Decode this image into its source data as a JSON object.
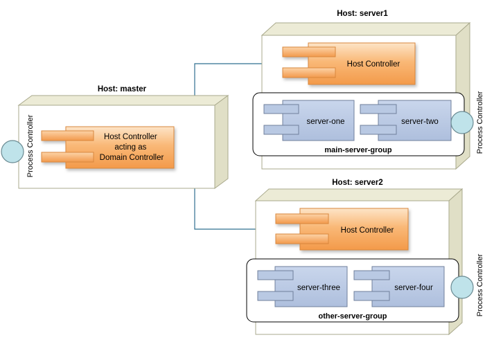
{
  "hosts": {
    "master": {
      "title": "Host: master",
      "process_controller": "Process Controller",
      "host_controller_lines": [
        "Host Controller",
        "acting as",
        "Domain Controller"
      ]
    },
    "server1": {
      "title": "Host: server1",
      "process_controller": "Process Controller",
      "host_controller": "Host Controller",
      "group": {
        "label": "main-server-group",
        "servers": [
          "server-one",
          "server-two"
        ]
      }
    },
    "server2": {
      "title": "Host: server2",
      "process_controller": "Process Controller",
      "host_controller": "Host Controller",
      "group": {
        "label": "other-server-group",
        "servers": [
          "server-three",
          "server-four"
        ]
      }
    }
  },
  "colors": {
    "host_box_fill": "#ffffff",
    "host_box_top": "#ecebd6",
    "host_box_side": "#e0dfc6",
    "host_box_stroke": "#a9a98c",
    "controller_fill": "#f7a45c",
    "controller_fill_light": "#fde2c4",
    "controller_stroke": "#d9873e",
    "server_fill": "#b9c9e3",
    "server_stroke": "#6f7f9b",
    "group_stroke": "#000000",
    "process_circle": "#bfe3ea",
    "process_circle_stroke": "#6a8a92",
    "connector": "#2f6f8f"
  }
}
